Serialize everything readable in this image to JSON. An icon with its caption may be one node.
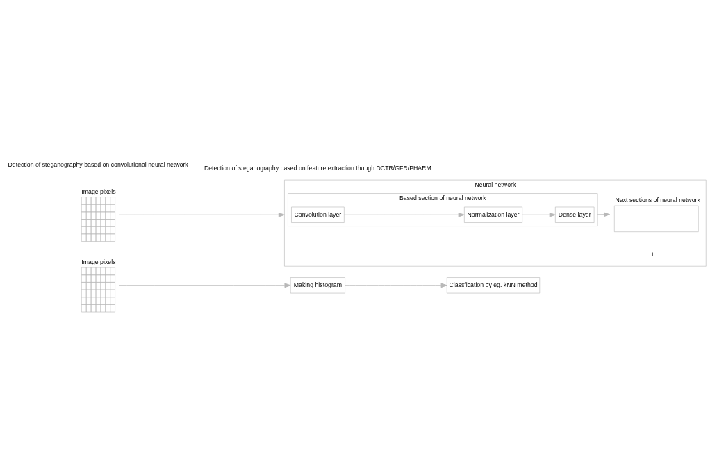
{
  "diagram": {
    "nodes": [
      {
        "text": [
          "Image pixels"
        ]
      },
      {
        "text": [
          "Making histogram"
        ]
      },
      {
        "text": [
          "Classfication by eg. kNN method"
        ]
      },
      {
        "text": [
          "Image pixels"
        ]
      },
      {
        "text": [
          "Neural network"
        ]
      },
      {
        "text": [
          "Based section of neural network"
        ],
        "in": 4
      },
      {
        "text": [
          "Convolution layer"
        ],
        "in": 5
      },
      {
        "text": [
          "Normalization layer"
        ],
        "in": 5
      },
      {
        "text": [
          "Dense layer"
        ],
        "in": 5
      },
      {
        "text": [
          "Next sections of neural network"
        ],
        "in": 4,
        "beside": [
          "+ ..."
        ]
      }
    ],
    "edges": [
      {
        "from": 0,
        "to": 1,
        "arrow": "to"
      },
      {
        "from": 1,
        "to": 2,
        "arrow": "to"
      },
      {
        "from": 3,
        "to": 4,
        "arrow": "to"
      },
      {
        "from": 6,
        "to": 7,
        "arrow": "to"
      },
      {
        "from": 7,
        "to": 8,
        "arrow": "to"
      },
      {
        "from": 5,
        "to": 9,
        "arrow": "to"
      }
    ],
    "labels": [
      "Detection of steganography based on feature extraction though DCTR/GFR/PHARM",
      "Detection of steganography based on convolutional neural network"
    ]
  }
}
